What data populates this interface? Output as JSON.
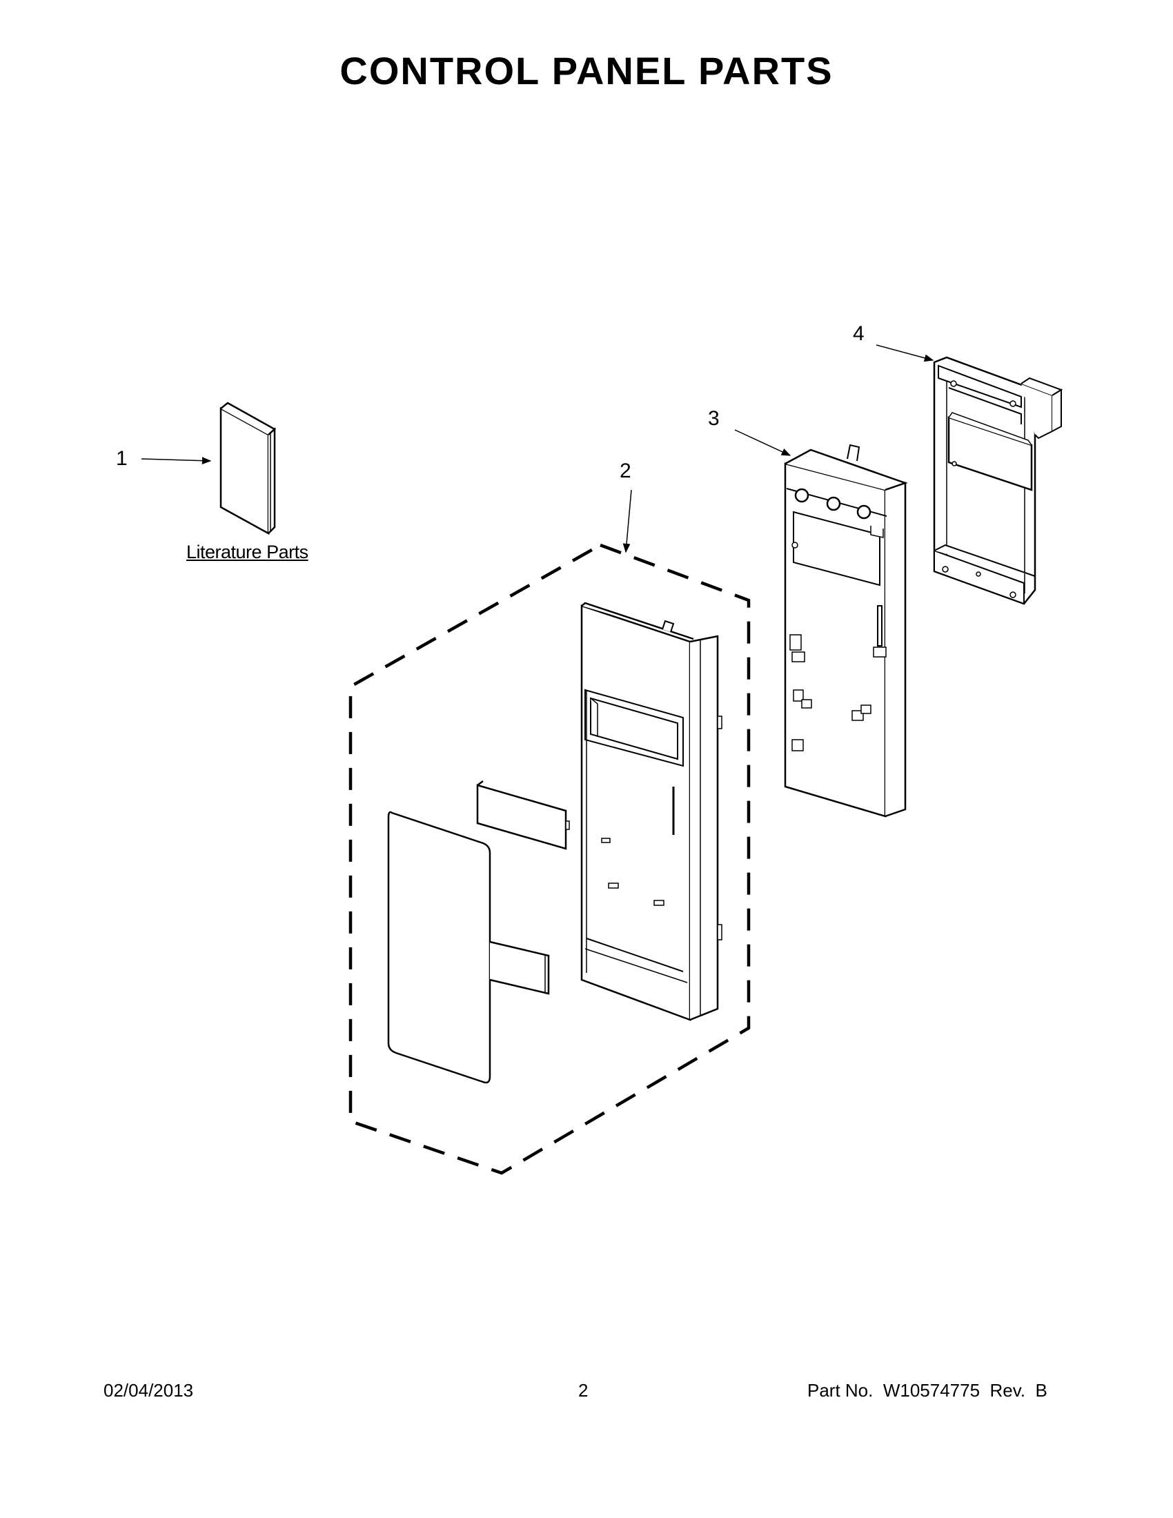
{
  "title": "CONTROL PANEL PARTS",
  "callouts": [
    "1",
    "2",
    "3",
    "4"
  ],
  "literature_label": "Literature Parts",
  "footer": {
    "date": "02/04/2013",
    "page": "2",
    "part_no": "Part No.  W10574775  Rev.  B"
  }
}
